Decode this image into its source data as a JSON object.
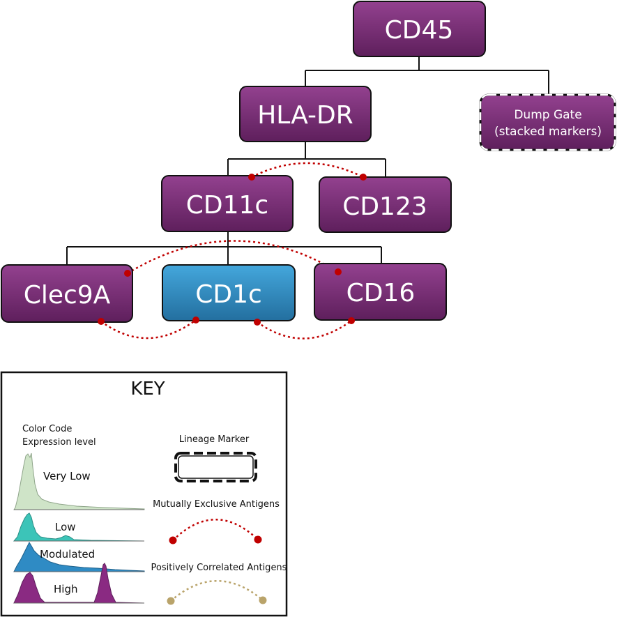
{
  "nodes": {
    "cd45": "CD45",
    "hla_dr": "HLA-DR",
    "dump_gate_line1": "Dump Gate",
    "dump_gate_line2": "(stacked markers)",
    "cd11c": "CD11c",
    "cd123": "CD123",
    "clec9a": "Clec9A",
    "cd1c": "CD1c",
    "cd16": "CD16"
  },
  "key": {
    "title": "KEY",
    "color_code_line1": "Color Code",
    "color_code_line2": "Expression level",
    "levels": {
      "very_low": "Very Low",
      "low": "Low",
      "modulated": "Modulated",
      "high": "High"
    },
    "lineage_marker": "Lineage Marker",
    "mutually_exclusive": "Mutually Exclusive Antigens",
    "positively_correlated": "Positively Correlated Antigens"
  },
  "colors": {
    "purple": "#7a2a78",
    "blue": "#2f8bc4",
    "mutually_exclusive": "#c00000",
    "positively_correlated": "#b9a36a",
    "very_low": "#cfe4c8",
    "low": "#3cc4b8",
    "modulated": "#2f8bc4",
    "high": "#8a2a82"
  }
}
